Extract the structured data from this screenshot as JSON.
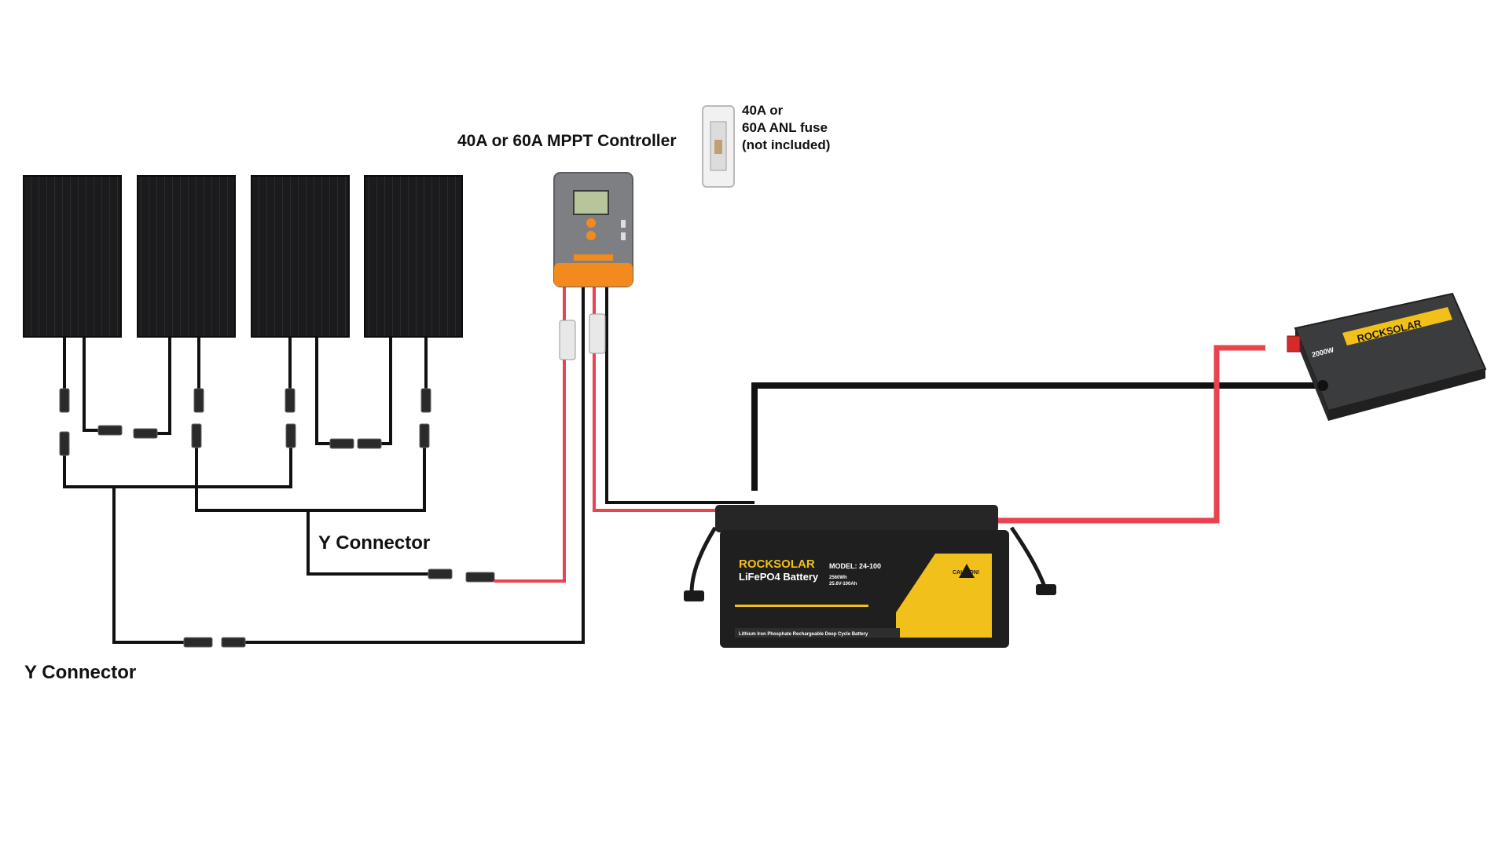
{
  "labels": {
    "controller": "40A or 60A MPPT Controller",
    "fuse_line1": "40A or",
    "fuse_line2": "60A ANL fuse",
    "fuse_line3": "(not included)",
    "y_connector_upper": "Y Connector",
    "y_connector_lower": "Y Connector"
  },
  "battery": {
    "brand": "ROCKSOLAR",
    "model": "MODEL: 24-100",
    "type": "LiFePO4 Battery",
    "capacity": "2560Wh",
    "spec": "25.6V-100Ah",
    "caution_title": "CAUTION!",
    "footer": "Lithium Iron Phosphate Rechargeable Deep Cycle Battery"
  },
  "inverter": {
    "brand": "ROCKSOLAR",
    "rating": "2000W"
  },
  "colors": {
    "wire_black": "#111111",
    "wire_red": "#e8434f",
    "controller_body": "#7d7f82",
    "controller_accent": "#f28a1e",
    "battery_yellow": "#f2c01a",
    "panel": "#1b1b1d"
  },
  "icons": {
    "solar_panel": "solar-panel-icon",
    "controller": "charge-controller-icon",
    "fuse": "anl-fuse-icon",
    "battery": "battery-icon",
    "inverter": "inverter-icon",
    "connector": "mc4-connector-icon"
  }
}
